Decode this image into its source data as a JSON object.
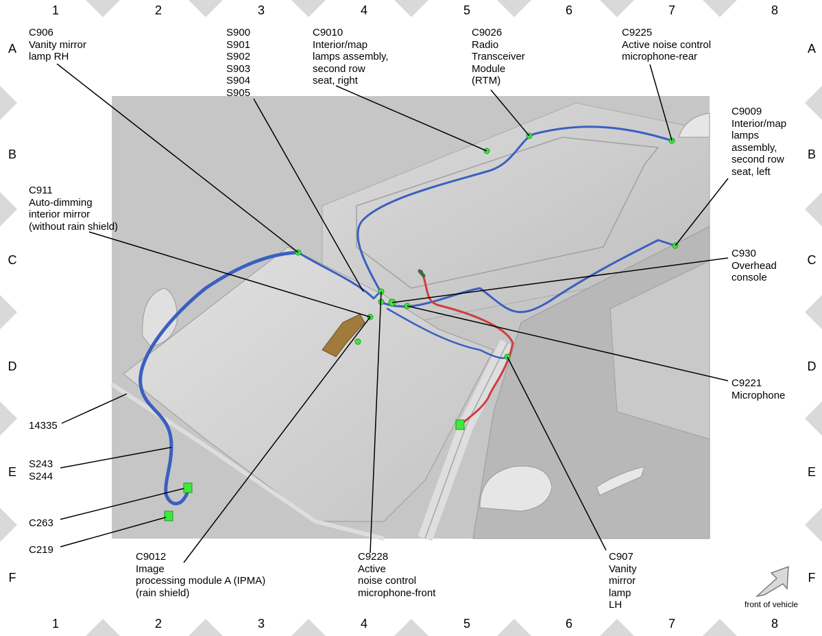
{
  "grid": {
    "columns": [
      "1",
      "2",
      "3",
      "4",
      "5",
      "6",
      "7",
      "8"
    ],
    "rows": [
      "A",
      "B",
      "C",
      "D",
      "E",
      "F"
    ]
  },
  "labels": {
    "c906": "C906\nVanity mirror\nlamp RH",
    "s900": "S900\nS901\nS902\nS903\nS904\nS905",
    "c9010": "C9010\nInterior/map\nlamps assembly,\nsecond row\nseat, right",
    "c9026": "C9026\nRadio\nTransceiver\nModule\n(RTM)",
    "c9225": "C9225\nActive noise control\nmicrophone-rear",
    "c9009": "C9009\nInterior/map\nlamps\nassembly,\nsecond row\nseat, left",
    "c911": "C911\nAuto-dimming\ninterior mirror\n(without rain shield)",
    "c930": "C930\nOverhead\nconsole",
    "c9221": "C9221\nMicrophone",
    "n14335": "14335",
    "s243": "S243\nS244",
    "c263": "C263",
    "c219": "C219",
    "c9012": "C9012\nImage\nprocessing module A (IPMA)\n(rain shield)",
    "c9228": "C9228\nActive\nnoise control\nmicrophone-front",
    "c907": "C907\nVanity\nmirror\nlamp\nLH"
  },
  "front_of_vehicle": "front of vehicle",
  "colors": {
    "harness_blue": "#3a5fc0",
    "harness_red": "#d23c3c",
    "connector_green": "#3ee83e",
    "body_gray": "#cfcfcf",
    "grid_diamond": "#d9d9d9"
  }
}
